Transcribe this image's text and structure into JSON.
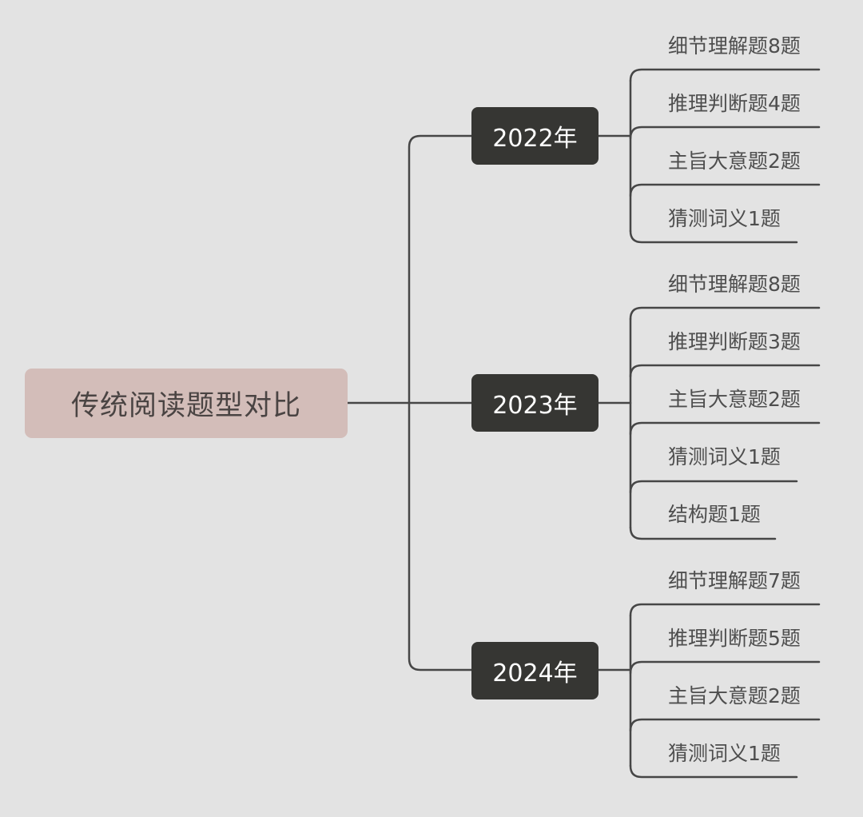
{
  "diagram": {
    "root": "传统阅读题型对比",
    "years": [
      {
        "label": "2022年",
        "items": [
          "细节理解题8题",
          "推理判断题4题",
          "主旨大意题2题",
          "猜测词义1题"
        ]
      },
      {
        "label": "2023年",
        "items": [
          "细节理解题8题",
          "推理判断题3题",
          "主旨大意题2题",
          "猜测词义1题",
          "结构题1题"
        ]
      },
      {
        "label": "2024年",
        "items": [
          "细节理解题7题",
          "推理判断题5题",
          "主旨大意题2题",
          "猜测词义1题"
        ]
      }
    ]
  },
  "colors": {
    "background": "#e3e3e3",
    "root_fill": "#d3bdb9",
    "year_fill": "#363633",
    "line": "#464646",
    "leaf_text": "#4e4e4e"
  }
}
